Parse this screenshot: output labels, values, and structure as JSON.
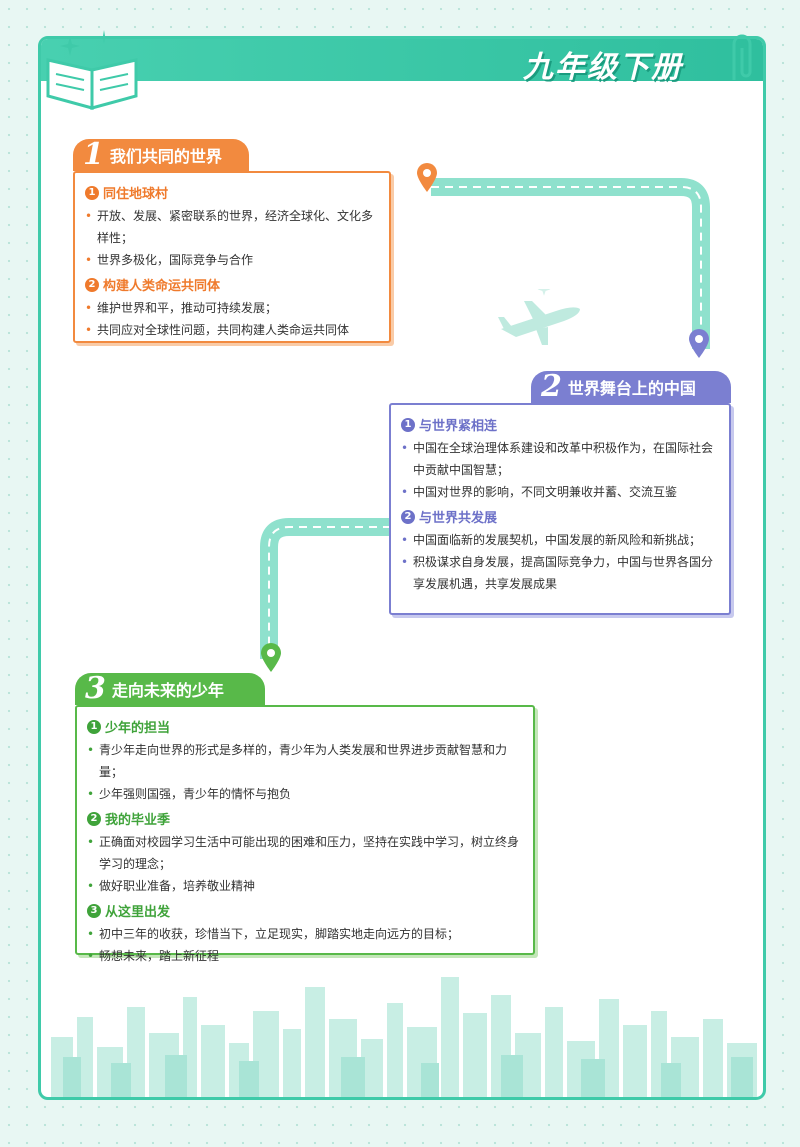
{
  "header": {
    "title": "九年级下册"
  },
  "sections": [
    {
      "number": "1",
      "title": "我们共同的世界",
      "color": "#f28a3f",
      "subs": [
        {
          "badge": "1",
          "title": "同住地球村",
          "items": [
            "开放、发展、紧密联系的世界，经济全球化、文化多样性；",
            "世界多极化，国际竞争与合作"
          ]
        },
        {
          "badge": "2",
          "title": "构建人类命运共同体",
          "items": [
            "维护世界和平，推动可持续发展；",
            "共同应对全球性问题，共同构建人类命运共同体"
          ]
        }
      ]
    },
    {
      "number": "2",
      "title": "世界舞台上的中国",
      "color": "#7b7fd1",
      "subs": [
        {
          "badge": "1",
          "title": "与世界紧相连",
          "items": [
            "中国在全球治理体系建设和改革中积极作为，在国际社会中贡献中国智慧；",
            "中国对世界的影响，不同文明兼收并蓄、交流互鉴"
          ]
        },
        {
          "badge": "2",
          "title": "与世界共发展",
          "items": [
            "中国面临新的发展契机，中国发展的新风险和新挑战；",
            "积极谋求自身发展，提高国际竞争力，中国与世界各国分享发展机遇，共享发展成果"
          ]
        }
      ]
    },
    {
      "number": "3",
      "title": "走向未来的少年",
      "color": "#58b949",
      "subs": [
        {
          "badge": "1",
          "title": "少年的担当",
          "items": [
            "青少年走向世界的形式是多样的，青少年为人类发展和世界进步贡献智慧和力量；",
            "少年强则国强，青少年的情怀与抱负"
          ]
        },
        {
          "badge": "2",
          "title": "我的毕业季",
          "items": [
            "正确面对校园学习生活中可能出现的困难和压力，坚持在实践中学习，树立终身学习的理念；",
            "做好职业准备，培养敬业精神"
          ]
        },
        {
          "badge": "3",
          "title": "从这里出发",
          "items": [
            "初中三年的收获，珍惜当下，立足现实，脚踏实地走向远方的目标；",
            "畅想未来，踏上新征程"
          ]
        }
      ]
    }
  ]
}
